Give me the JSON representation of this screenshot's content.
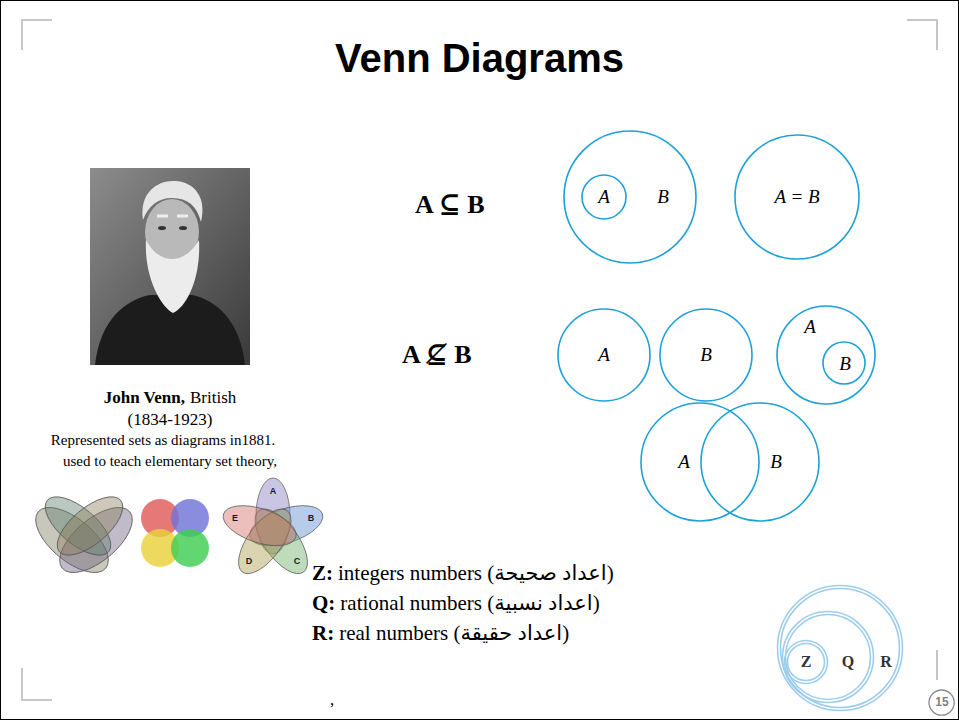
{
  "diagram": {
    "title": "Venn Diagrams",
    "nodes": [
      {
        "text": [
          "B"
        ]
      },
      {
        "text": [
          "A"
        ],
        "in": 0
      },
      {
        "text": [
          "A = B"
        ]
      },
      {
        "text": [
          "A"
        ]
      },
      {
        "text": [
          "B"
        ]
      },
      {
        "text": [
          "A"
        ]
      },
      {
        "text": [
          "B"
        ],
        "in": 5
      },
      {
        "text": [
          "A"
        ]
      },
      {
        "text": [
          "B"
        ]
      },
      {
        "text": [
          "R"
        ]
      },
      {
        "text": [
          "Q"
        ],
        "in": 9
      },
      {
        "text": [
          "Z"
        ],
        "in": 10
      },
      {
        "text": [
          "15"
        ]
      }
    ],
    "labels": [
      "A ⊆ B",
      "A ⊈ B",
      "John Venn,",
      "British",
      "(1834-1923)",
      "Represented sets as diagrams in1881.",
      "used to teach elementary set theory,",
      "A",
      "B",
      "C",
      "D",
      "E",
      "Z:",
      "integers numbers (اعداد صحيحة)",
      "Q:",
      "rational numbers (اعداد نسبية)",
      "R:",
      "real numbers (اعداد حقيقة)",
      ","
    ]
  }
}
